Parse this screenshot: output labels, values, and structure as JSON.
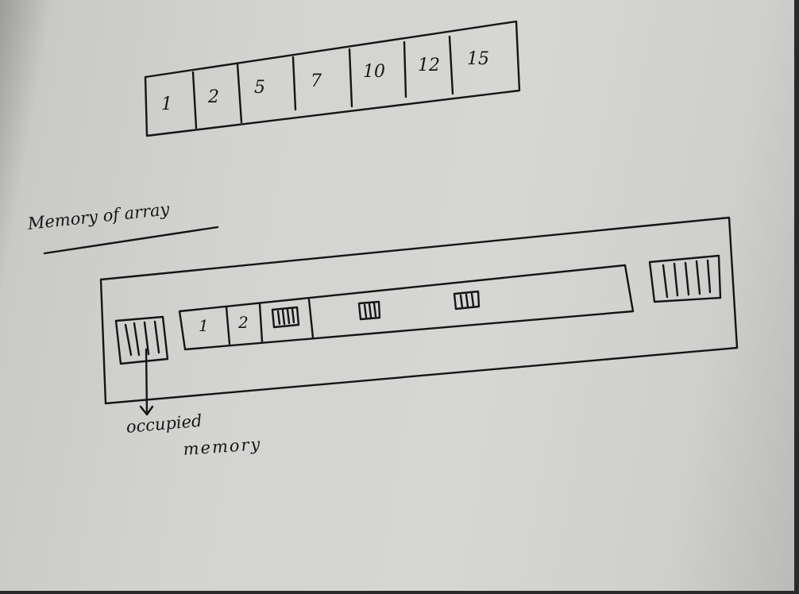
{
  "array": {
    "values": [
      "1",
      "2",
      "5",
      "7",
      "10",
      "12",
      "15"
    ]
  },
  "memory": {
    "title": "Memory of array",
    "stored_values": [
      "1",
      "2"
    ],
    "occupied_label_line1": "occupied",
    "occupied_label_line2": "memory"
  }
}
